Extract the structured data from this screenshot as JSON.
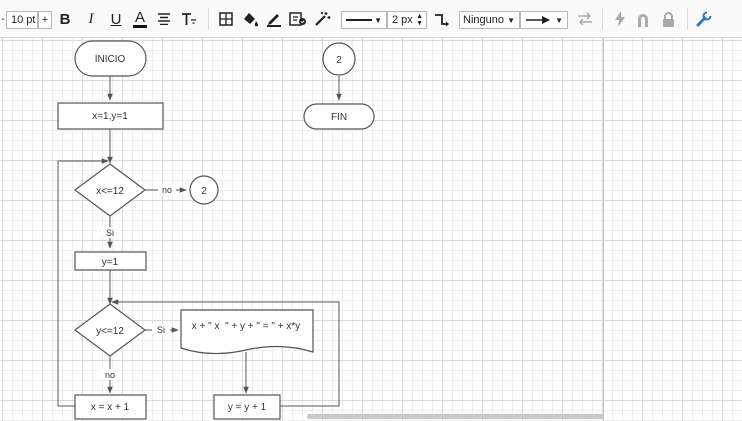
{
  "toolbar": {
    "font_size": "10 pt",
    "font_size_minus": "-",
    "font_size_plus": "+",
    "bold": "B",
    "italic": "I",
    "underline": "U",
    "font_color": "A",
    "line_width": "2 px",
    "waypoint_style": "Ninguno",
    "icons": [
      "align-text-icon",
      "text-options-icon",
      "table-icon",
      "fill-color-icon",
      "line-color-icon",
      "edit-style-icon",
      "magic-wand-icon",
      "line-style-dropdown",
      "connector-style-icon",
      "arrow-style-dropdown",
      "swap-arrows-icon",
      "lightning-icon",
      "magnet-icon",
      "lock-icon",
      "wrench-icon"
    ],
    "accent_color": "#2c7bc9"
  },
  "diagram": {
    "nodes": {
      "inicio": "INICIO",
      "assign": "x=1,y=1",
      "decision_x": "x<=12",
      "connector_x": "2",
      "assign_y": "y=1",
      "decision_y": "y<=12",
      "output": "x + \" x  \" + y + \" = \" + x*y",
      "inc_x": "x = x + 1",
      "inc_y": "y = y + 1",
      "connector_top": "2",
      "fin": "FIN"
    },
    "edges": {
      "x_no": "no",
      "x_si": "Si",
      "y_si": "Si",
      "y_no": "no"
    }
  }
}
